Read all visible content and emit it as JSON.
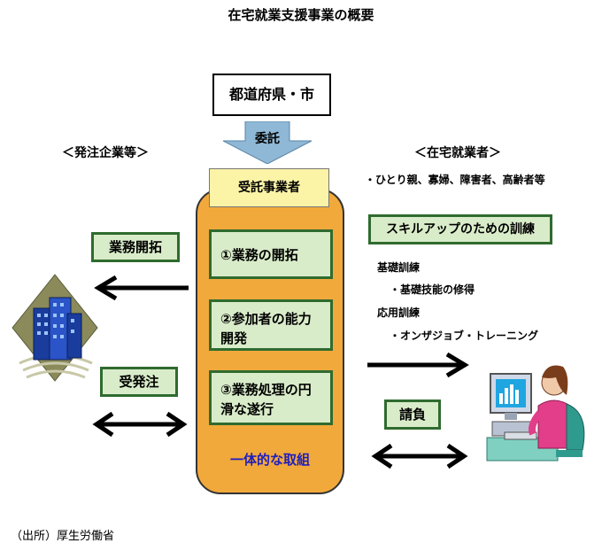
{
  "title": "在宅就業支援事業の概要",
  "top_box": "都道府県・市",
  "commission_label": "委託",
  "left_header": "＜発注企業等＞",
  "right_header": "＜在宅就業者＞",
  "contractor_label": "受託事業者",
  "steps": [
    "①業務の開拓",
    "②参加者の能力開発",
    "③業務処理の円滑な遂行"
  ],
  "integrated_label": "一体的な取組",
  "left_labels": {
    "business_development": "業務開拓",
    "order_exchange": "受発注"
  },
  "right_target": "・ひとり親、寡婦、障害者、高齢者等",
  "training_box": "スキルアップのための訓練",
  "training": {
    "basic": "基礎訓練",
    "basic_detail": "・基礎技能の修得",
    "applied": "応用訓練",
    "applied_detail": "・オンザジョブ・トレーニング"
  },
  "contract_label": "請負",
  "source": "（出所）厚生労働省",
  "colors": {
    "panel_orange": "#f2a93b",
    "box_green_fill": "#d9ecc9",
    "box_green_border": "#2f6b2f",
    "contractor_yellow": "#fbf3a6",
    "arrow_blue": "#8fb8d6",
    "integrated_text_blue": "#1f1fbf"
  },
  "icons": [
    "office-building-icon",
    "computer-worker-icon"
  ]
}
